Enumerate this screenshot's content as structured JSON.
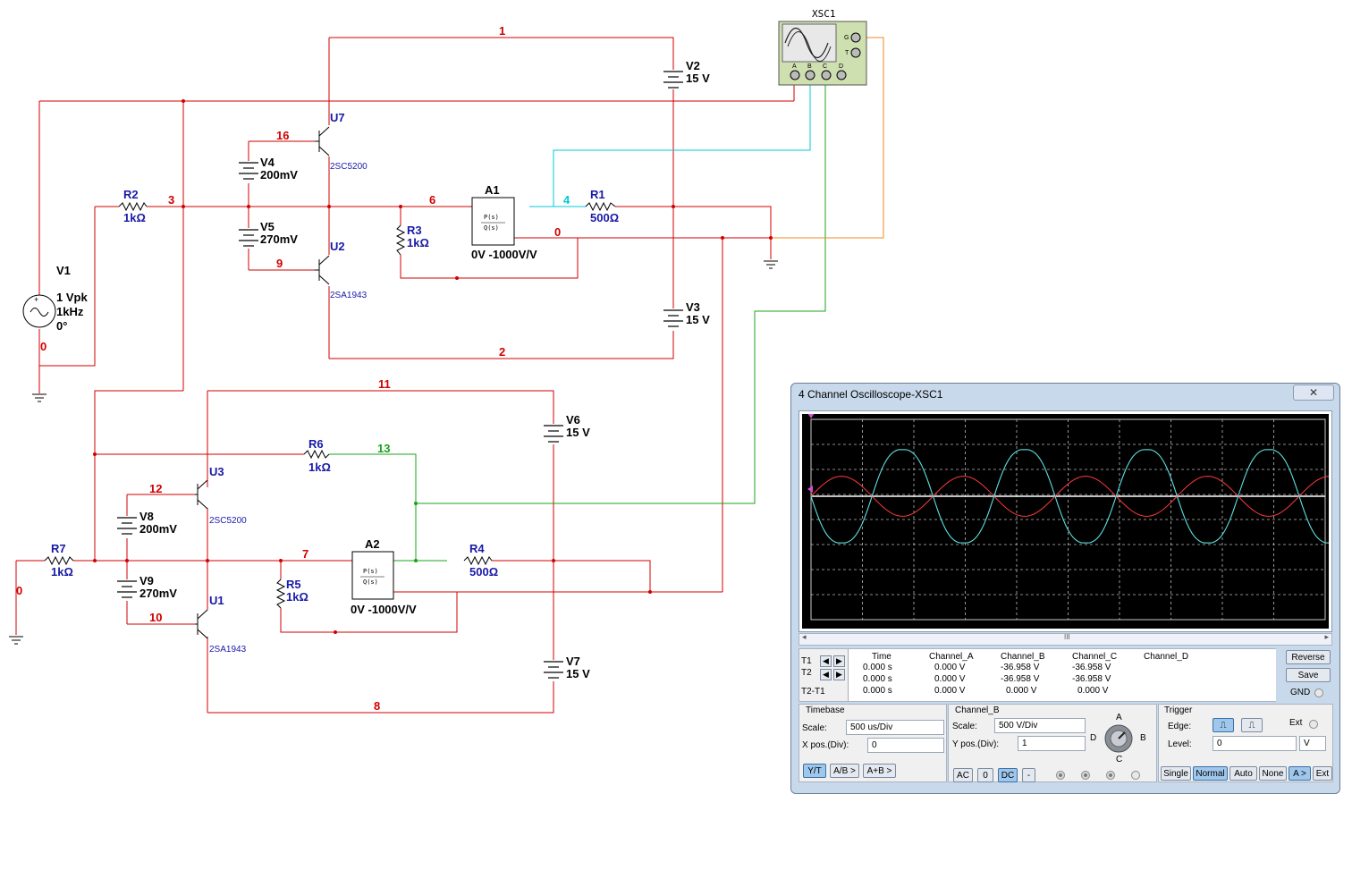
{
  "schematic": {
    "nets": {
      "n1": "1",
      "n2": "2",
      "n3": "3",
      "n4": "4",
      "n6": "6",
      "n0a": "0",
      "n0b": "0",
      "n0c": "0",
      "n7": "7",
      "n8": "8",
      "n9": "9",
      "n10": "10",
      "n11": "11",
      "n12": "12",
      "n13": "13",
      "n16": "16"
    },
    "V1": {
      "name": "V1",
      "amp": "1 Vpk",
      "freq": "1kHz",
      "phase": "0°"
    },
    "V2": {
      "name": "V2",
      "value": "15 V"
    },
    "V3": {
      "name": "V3",
      "value": "15 V"
    },
    "V4": {
      "name": "V4",
      "value": "200mV"
    },
    "V5": {
      "name": "V5",
      "value": "270mV"
    },
    "V6": {
      "name": "V6",
      "value": "15 V"
    },
    "V7": {
      "name": "V7",
      "value": "15 V"
    },
    "V8": {
      "name": "V8",
      "value": "200mV"
    },
    "V9": {
      "name": "V9",
      "value": "270mV"
    },
    "R1": {
      "name": "R1",
      "value": "500Ω"
    },
    "R2": {
      "name": "R2",
      "value": "1kΩ"
    },
    "R3": {
      "name": "R3",
      "value": "1kΩ"
    },
    "R4": {
      "name": "R4",
      "value": "500Ω"
    },
    "R5": {
      "name": "R5",
      "value": "1kΩ"
    },
    "R6": {
      "name": "R6",
      "value": "1kΩ"
    },
    "R7": {
      "name": "R7",
      "value": "1kΩ"
    },
    "U7": {
      "name": "U7",
      "part": "2SC5200"
    },
    "U2": {
      "name": "U2",
      "part": "2SA1943"
    },
    "U3": {
      "name": "U3",
      "part": "2SC5200"
    },
    "U1": {
      "name": "U1",
      "part": "2SA1943"
    },
    "A1": {
      "name": "A1",
      "formula": "0V -1000V/V",
      "num": "P(s)",
      "den": "Q(s)"
    },
    "A2": {
      "name": "A2",
      "formula": "0V -1000V/V",
      "num": "P(s)",
      "den": "Q(s)"
    },
    "XSC1": {
      "name": "XSC1",
      "pins": [
        "A",
        "B",
        "C",
        "D"
      ],
      "side_pins": [
        "G",
        "T"
      ]
    }
  },
  "oscilloscope": {
    "title": "4 Channel Oscilloscope-XSC1",
    "close": "✕",
    "scroll_mark": "III",
    "readout": {
      "headers": [
        "Time",
        "Channel_A",
        "Channel_B",
        "Channel_C",
        "Channel_D"
      ],
      "rows": [
        {
          "label": "T1",
          "time": "0.000 s",
          "a": "0.000 V",
          "b": "-36.958 V",
          "c": "-36.958 V",
          "d": ""
        },
        {
          "label": "T2",
          "time": "0.000 s",
          "a": "0.000 V",
          "b": "-36.958 V",
          "c": "-36.958 V",
          "d": ""
        },
        {
          "label": "T2-T1",
          "time": "0.000 s",
          "a": "0.000 V",
          "b": "0.000 V",
          "c": "0.000 V",
          "d": ""
        }
      ]
    },
    "buttons": {
      "reverse": "Reverse",
      "save": "Save",
      "gnd": "GND"
    },
    "timebase": {
      "title": "Timebase",
      "scale_label": "Scale:",
      "scale": "500 us/Div",
      "xpos_label": "X pos.(Div):",
      "xpos": "0",
      "modes": [
        "Y/T",
        "A/B >",
        "A+B >"
      ]
    },
    "channel": {
      "title": "Channel_B",
      "scale_label": "Scale:",
      "scale": "500  V/Div",
      "ypos_label": "Y pos.(Div):",
      "ypos": "1",
      "coupling": [
        "AC",
        "0",
        "DC",
        "-"
      ],
      "knob_labels": [
        "A",
        "B",
        "C",
        "D"
      ]
    },
    "trigger": {
      "title": "Trigger",
      "edge_label": "Edge:",
      "ext_label": "Ext",
      "level_label": "Level:",
      "level": "0",
      "level_unit": "V",
      "modes": [
        "Single",
        "Normal",
        "Auto",
        "None",
        "A >",
        "Ext"
      ],
      "active_mode": "Normal"
    },
    "traces": {
      "colors": {
        "a": "#ff3a3a",
        "b": "#5fd8f0",
        "c": "#2ec42e",
        "ref": "#ffffff"
      },
      "divisions_shown": 10.8,
      "cycles_shown": 4.55,
      "amp_a_div": 0.8,
      "amp_b_div": 2.0,
      "amp_c_div": 2.0
    }
  }
}
